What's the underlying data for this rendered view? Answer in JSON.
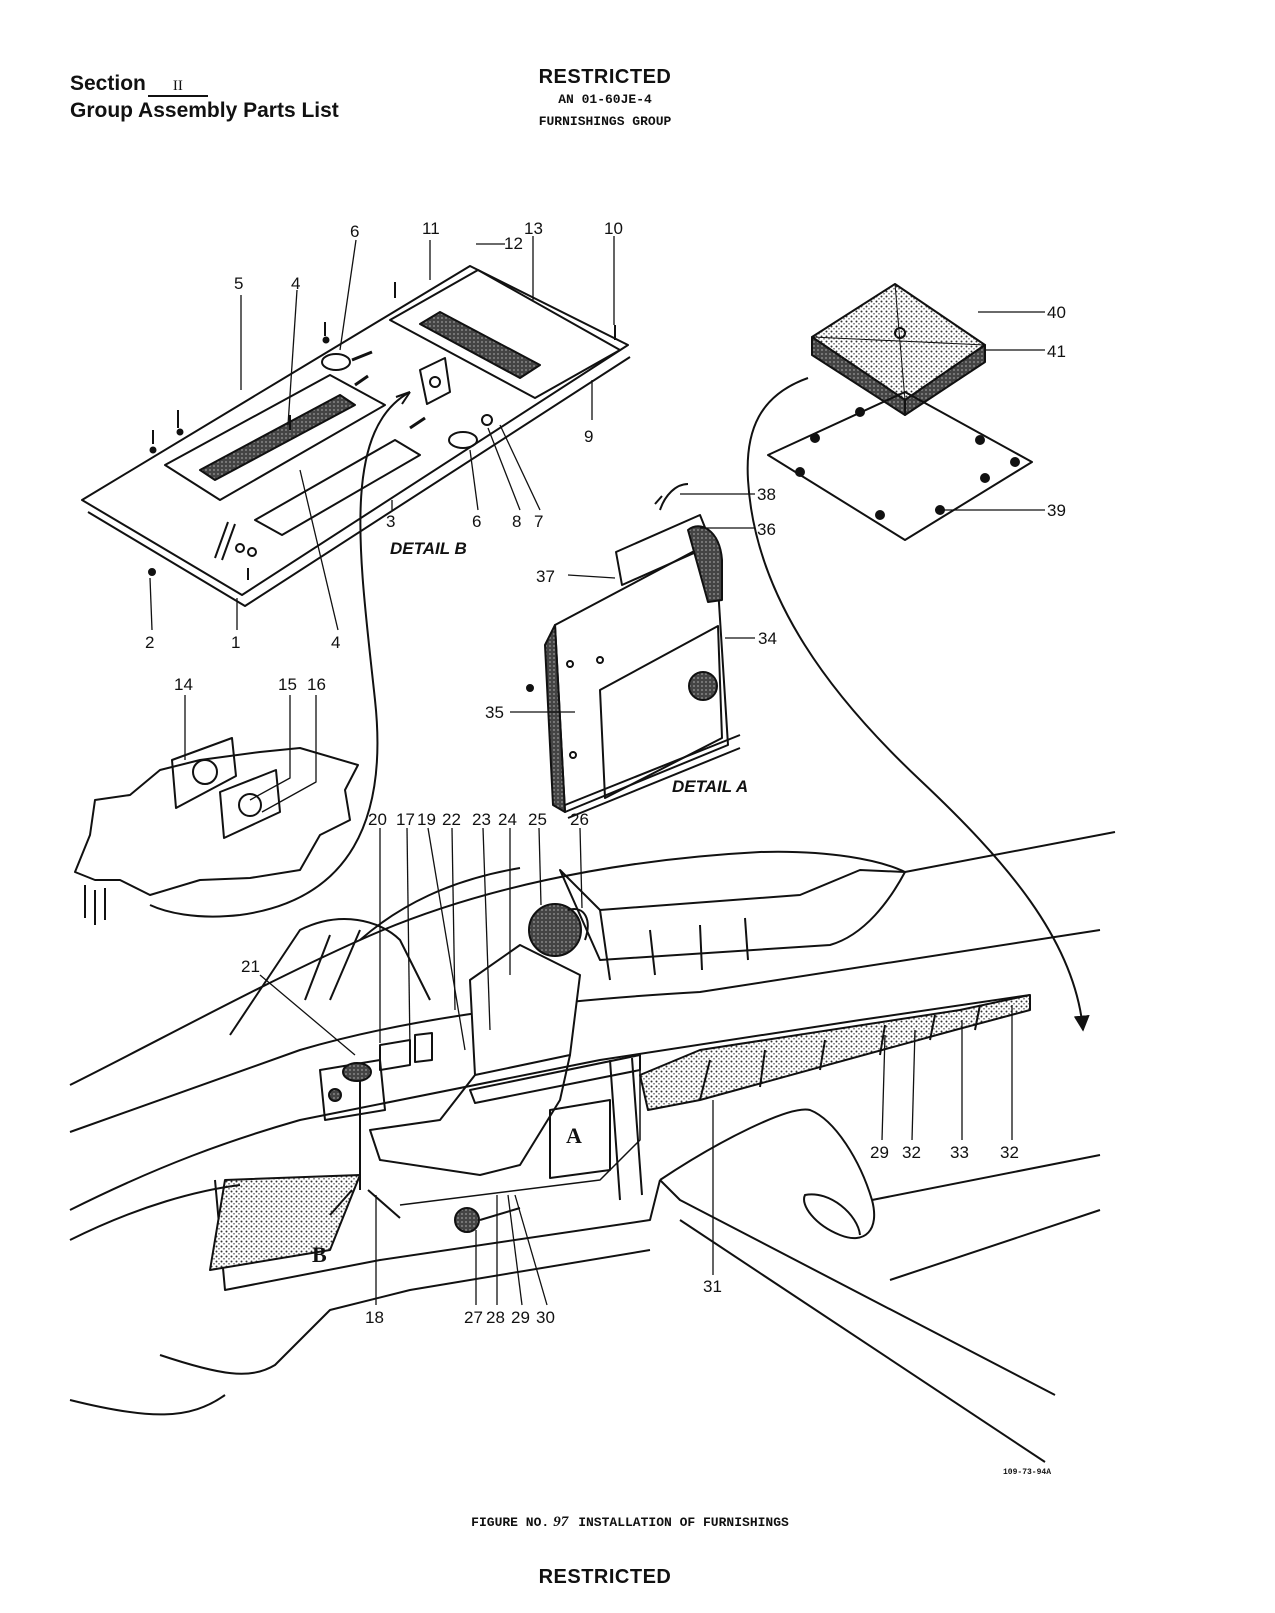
{
  "header": {
    "section_label": "Section",
    "section_number": "II",
    "subtitle": "Group Assembly Parts List",
    "classification": "RESTRICTED",
    "manual_number": "AN 01-60JE-4",
    "group_name": "FURNISHINGS GROUP"
  },
  "figure": {
    "detail_b_label": "DETAIL B",
    "detail_a_label": "DETAIL A",
    "marker_a": "A",
    "marker_b": "B",
    "drawing_ref": "109-73-94A",
    "callouts": [
      "1",
      "2",
      "3",
      "4",
      "5",
      "6",
      "7",
      "8",
      "9",
      "10",
      "11",
      "12",
      "13",
      "14",
      "15",
      "16",
      "17",
      "18",
      "19",
      "20",
      "21",
      "22",
      "23",
      "24",
      "25",
      "26",
      "27",
      "28",
      "29",
      "30",
      "31",
      "32",
      "33",
      "34",
      "35",
      "36",
      "37",
      "38",
      "39",
      "40",
      "41"
    ]
  },
  "caption": {
    "prefix": "FIGURE NO.",
    "number": "97",
    "title": "INSTALLATION OF FURNISHINGS"
  },
  "footer": {
    "classification": "RESTRICTED"
  }
}
